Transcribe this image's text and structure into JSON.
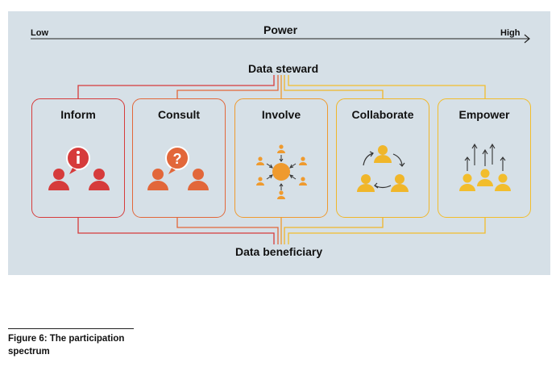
{
  "scale": {
    "low": "Low",
    "title": "Power",
    "high": "High"
  },
  "steward_label": "Data steward",
  "beneficiary_label": "Data beneficiary",
  "levels": [
    {
      "title": "Inform",
      "color": "#d63b3b",
      "icon": "information-speech-icon"
    },
    {
      "title": "Consult",
      "color": "#e2673a",
      "icon": "question-speech-icon"
    },
    {
      "title": "Involve",
      "color": "#ef9a2e",
      "icon": "inward-arrows-people-icon"
    },
    {
      "title": "Collaborate",
      "color": "#f0b62a",
      "icon": "cycle-people-icon"
    },
    {
      "title": "Empower",
      "color": "#f2bd2c",
      "icon": "upward-arrows-people-icon"
    }
  ],
  "caption": "Figure 6: The participation spectrum",
  "colors": {
    "background": "#d6e0e7",
    "text": "#111111"
  }
}
